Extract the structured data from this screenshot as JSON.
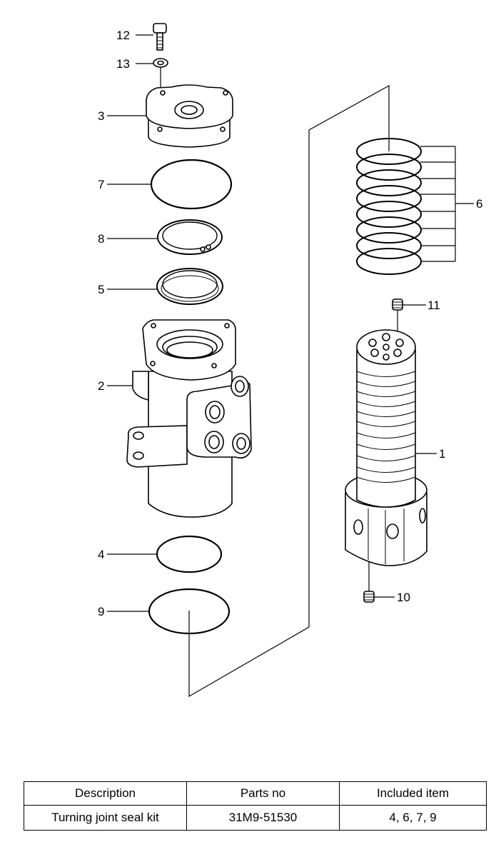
{
  "callouts": {
    "c1": "1",
    "c2": "2",
    "c3": "3",
    "c4": "4",
    "c5": "5",
    "c6": "6",
    "c7": "7",
    "c8": "8",
    "c9": "9",
    "c10": "10",
    "c11": "11",
    "c12": "12",
    "c13": "13"
  },
  "kit_table": {
    "headers": [
      "Description",
      "Parts no",
      "Included item"
    ],
    "rows": [
      [
        "Turning joint seal kit",
        "31M9-51530",
        "4, 6, 7, 9"
      ]
    ]
  }
}
